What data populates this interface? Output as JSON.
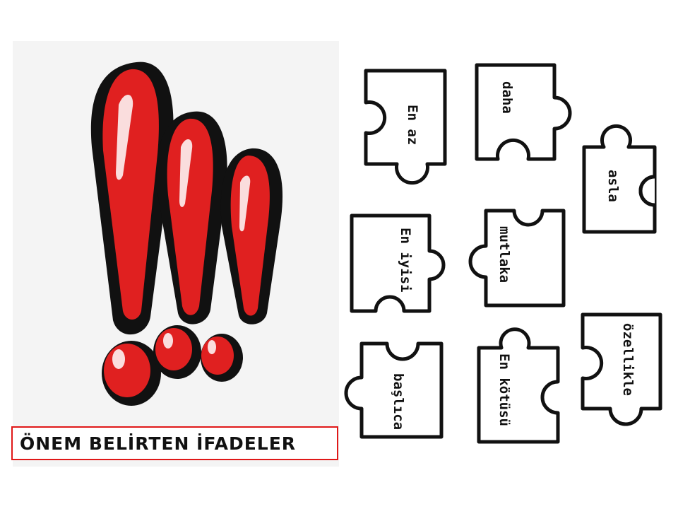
{
  "caption": "ÖNEM BELİRTEN İFADELER",
  "art": {
    "icon": "triple-exclamation-icon",
    "color": "#e02020"
  },
  "pieces": [
    {
      "label": "En az"
    },
    {
      "label": "daha"
    },
    {
      "label": "asla"
    },
    {
      "label": "En iyisi"
    },
    {
      "label": "mutlaka"
    },
    {
      "label": "başlıca"
    },
    {
      "label": "En kötüsü"
    },
    {
      "label": "özellikle"
    }
  ]
}
